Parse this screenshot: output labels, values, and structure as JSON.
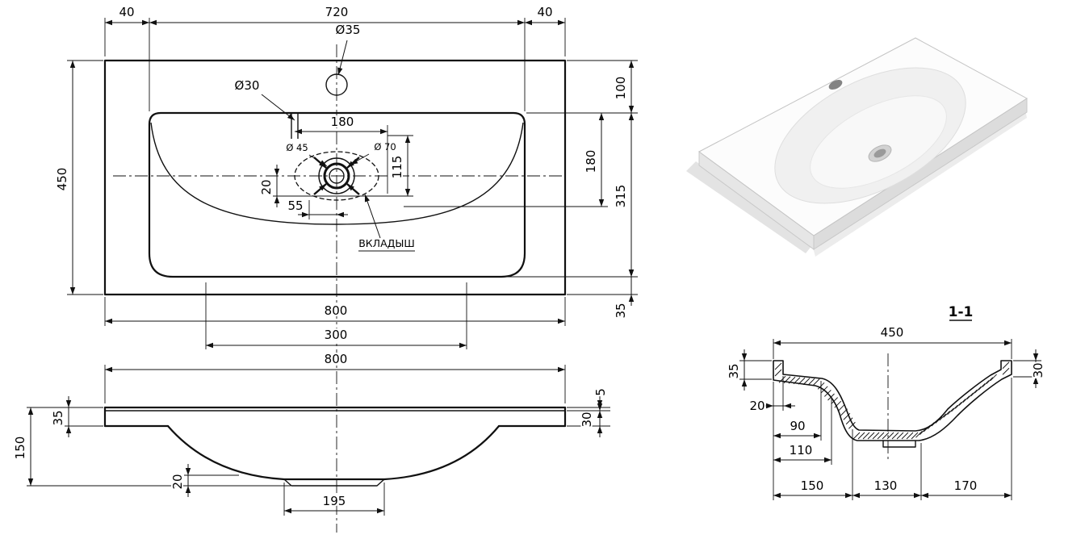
{
  "drawing": {
    "plan": {
      "d40l": "40",
      "d720": "720",
      "d40r": "40",
      "d450": "450",
      "d800": "800",
      "d300": "300",
      "d100": "100",
      "d180r": "180",
      "d315": "315",
      "d35": "35",
      "d180i": "180",
      "d115": "115",
      "d20": "20",
      "d55": "55",
      "faucet": "Ø35",
      "overflow": "Ø30",
      "drain_inner": "Ø 45",
      "drain_outer": "Ø 70",
      "insert": "ВКЛАДЫШ"
    },
    "front": {
      "d800": "800",
      "d5": "5",
      "d30": "30",
      "d35": "35",
      "d150": "150",
      "d20": "20",
      "d195": "195"
    },
    "section": {
      "title": "1-1",
      "d450": "450",
      "d35": "35",
      "d20": "20",
      "d30": "30",
      "d90": "90",
      "d110": "110",
      "d150": "150",
      "d130": "130",
      "d170": "170"
    }
  }
}
